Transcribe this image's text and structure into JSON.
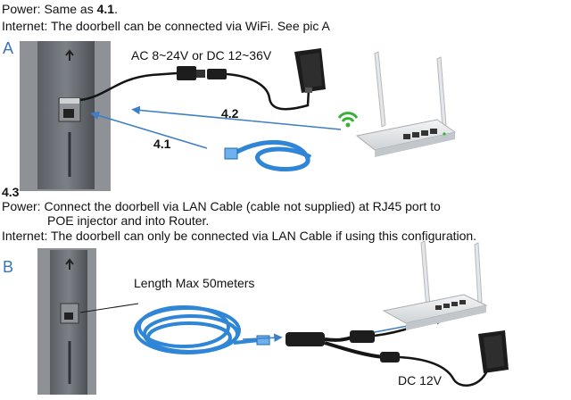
{
  "top_section": {
    "power_prefix": "Power: Same as ",
    "power_ref": "4.1",
    "power_suffix": ".",
    "internet_line": "Internet: The doorbell can be connected via WiFi.  See pic A"
  },
  "diagram_a": {
    "letter": "A",
    "power_label": "AC 8~24V or DC 12~36V",
    "arrow_label_wifi": "4.2",
    "arrow_label_lan": "4.1"
  },
  "section_43": {
    "heading": "4.3",
    "power_line1": "Power: Connect the doorbell via LAN Cable (cable not supplied) at RJ45 port to",
    "power_line2": "POE injector and into Router.",
    "internet_line": "Internet: The doorbell can only be connected via LAN Cable if using this configuration."
  },
  "diagram_b": {
    "letter": "B",
    "cable_label": "Length Max 50meters",
    "power_label": "DC 12V"
  },
  "colors": {
    "arrow_blue": "#3f7ec4",
    "cable_blue": "#2f86d6",
    "wifi_green": "#38b03a",
    "letter_blue": "#3a73b8"
  }
}
